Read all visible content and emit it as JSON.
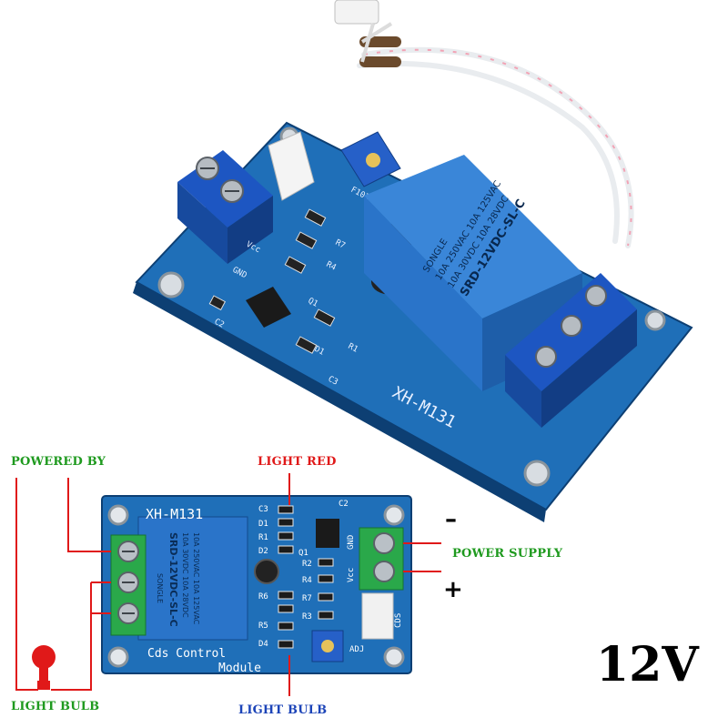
{
  "board_top": {
    "model": "XH-M131",
    "relay_lines": [
      "SONGLE",
      "10A 250VAC 10A 125VAC",
      "10A 30VDC 10A 28VDC",
      "SRD-12VDC-SL-C"
    ],
    "pot_label": "F103",
    "silk": [
      "Vcc",
      "GND",
      "R7",
      "R4",
      "R1",
      "D1",
      "Q1",
      "C2",
      "C3"
    ]
  },
  "board_bottom": {
    "model": "XH-M131",
    "relay_lines": [
      "10A 250VAC 10A 125VAC",
      "10A 30VDC 10A 28VDC",
      "SRD-12VDC-SL-C",
      "SONGLE"
    ],
    "footer_line1": "Cds Control",
    "footer_line2": "Module",
    "silk": [
      "C3",
      "D1",
      "R1",
      "D2",
      "Q1",
      "R6",
      "R5",
      "D4",
      "R2",
      "R4",
      "R7",
      "R3",
      "C2",
      "Vcc",
      "GND",
      "CDS",
      "ADJ"
    ]
  },
  "labels": {
    "powered_by": "POWERED BY",
    "light_red": "LIGHT RED",
    "power_supply": "POWER SUPPLY",
    "minus": "–",
    "plus": "+",
    "light_bulb_left": "LIGHT BULB",
    "light_bulb_center": "LIGHT BULB",
    "voltage": "12V"
  },
  "colors": {
    "board": "#1f6fb8",
    "relay": "#2a74c9",
    "terminal_blue": "#1d56c2",
    "terminal_green": "#2aa84a",
    "wire_red": "#e01919",
    "green_text": "#1f9a1f",
    "blue_text": "#1c44b8"
  }
}
